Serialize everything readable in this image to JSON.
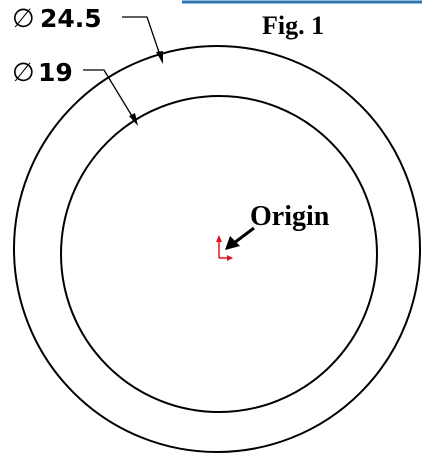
{
  "figure": {
    "label": "Fig. 1",
    "accent_color": "#2e74b5"
  },
  "dimensions": [
    {
      "symbol": "∅",
      "value": "24.5"
    },
    {
      "symbol": "∅",
      "value": "19"
    }
  ],
  "origin": {
    "label": "Origin",
    "marker_color": "#e0141e"
  }
}
